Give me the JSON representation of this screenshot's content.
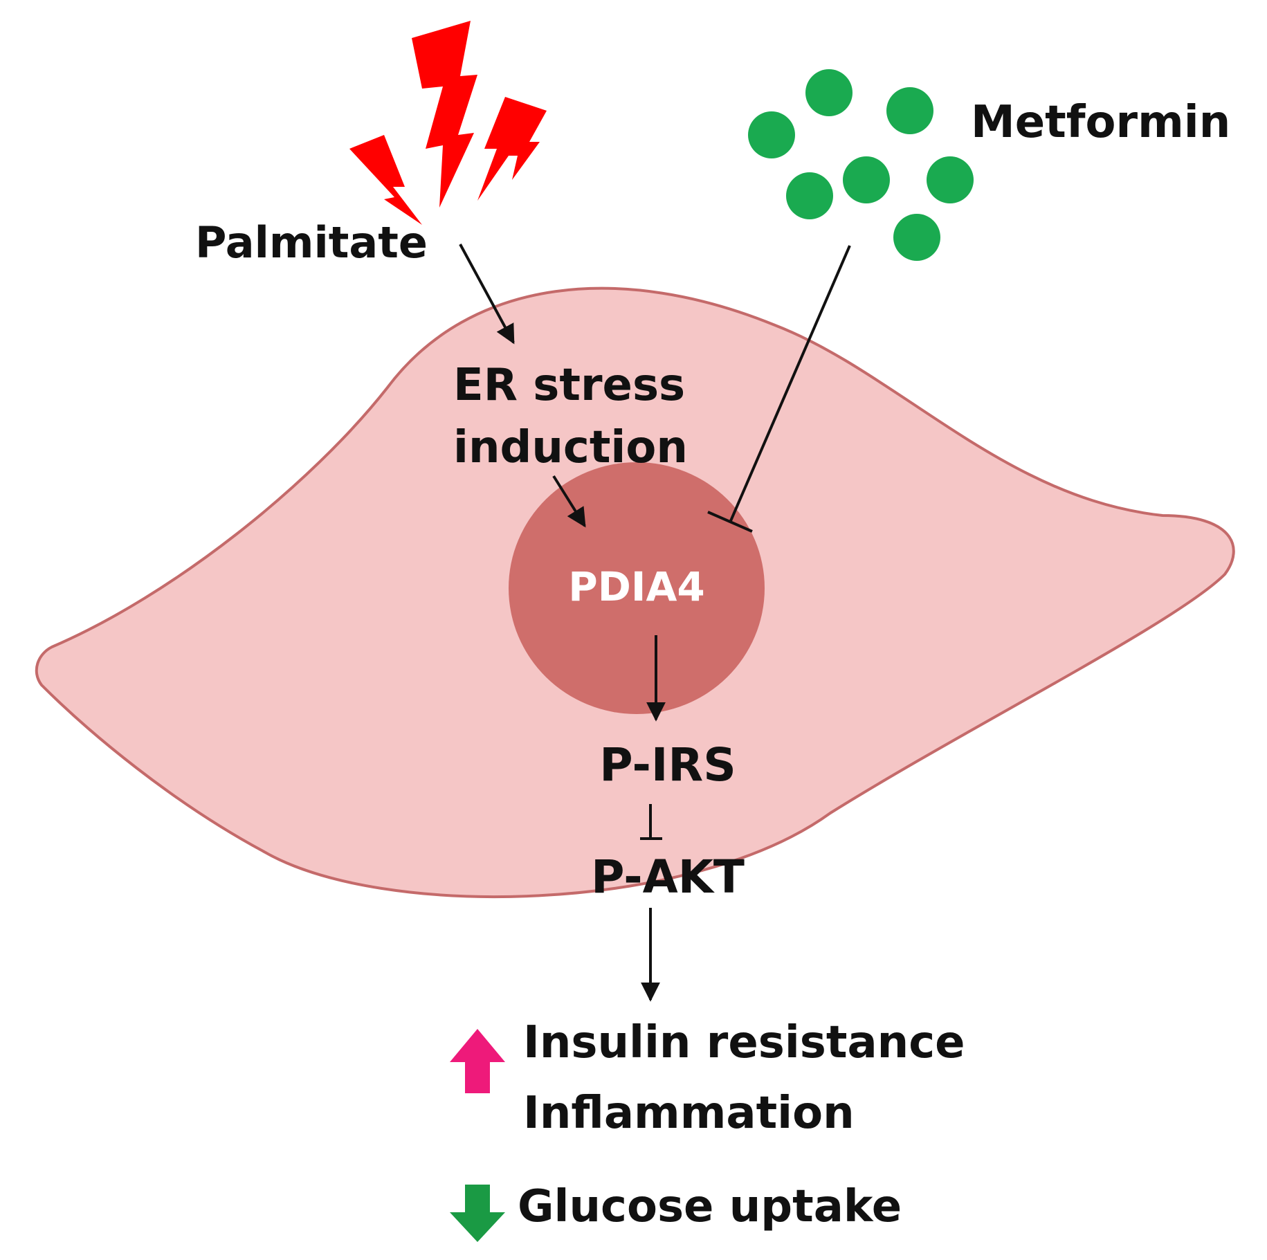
{
  "labels": {
    "palmitate": "Palmitate",
    "metformin": "Metformin",
    "er_stress_line1": "ER stress",
    "er_stress_line2": "induction",
    "pdia4": "PDIA4",
    "p_irs": "P-IRS",
    "p_akt": "P-AKT",
    "insulin_resistance": "Insulin resistance",
    "inflammation": "Inflammation",
    "glucose_uptake": "Glucose uptake"
  },
  "colors": {
    "cell_fill": "#f5c6c6",
    "cell_outline": "#c46a6a",
    "nucleus_fill": "#cf6e6b",
    "lightning": "#ff0000",
    "metformin_dot": "#1aaa50",
    "arrow": "#111111",
    "up_arrow": "#ee1a7a",
    "down_arrow": "#1a9a44"
  },
  "icons": {
    "stress_bolts": "lightning-bolt-icon",
    "drug_particles": "metformin-dot-icon",
    "increase": "up-arrow-icon",
    "decrease": "down-arrow-icon"
  }
}
